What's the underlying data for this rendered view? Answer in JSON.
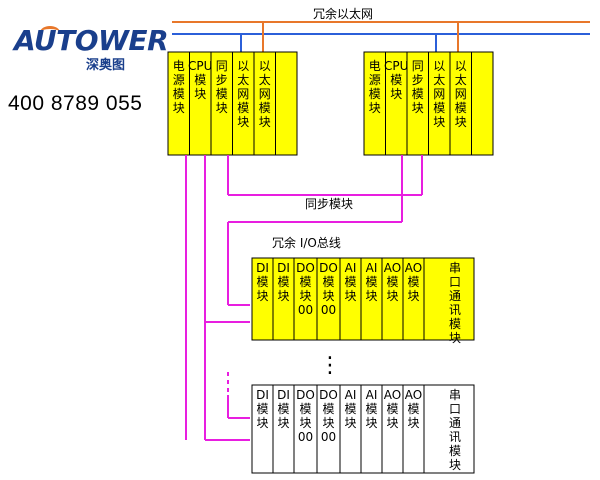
{
  "brand": {
    "logo_text": "AUTOWER",
    "logo_sub": "深奥图",
    "phone": "400 8789 055"
  },
  "labels": {
    "ethernet": "冗余以太网",
    "sync": "同步模块",
    "io_bus": "冗余 I/O总线"
  },
  "rack": {
    "modules": [
      "电源模块",
      "CPU模块",
      "同步模块",
      "以太网模块",
      "以太网模块",
      ""
    ]
  },
  "io": {
    "modules": [
      "DI模块",
      "DI模块",
      "DO模块00",
      "DO模块00",
      "AI模块",
      "AI模块",
      "AO模块",
      "AO模块",
      "串口通讯模块"
    ],
    "ellipsis": "⋮"
  },
  "colors": {
    "ethernet_orange": "#e8772a",
    "ethernet_blue": "#2b5fd9",
    "bus_magenta": "#e81ee0",
    "module_yellow": "#ffff00",
    "logo_blue": "#1a3f8c"
  }
}
